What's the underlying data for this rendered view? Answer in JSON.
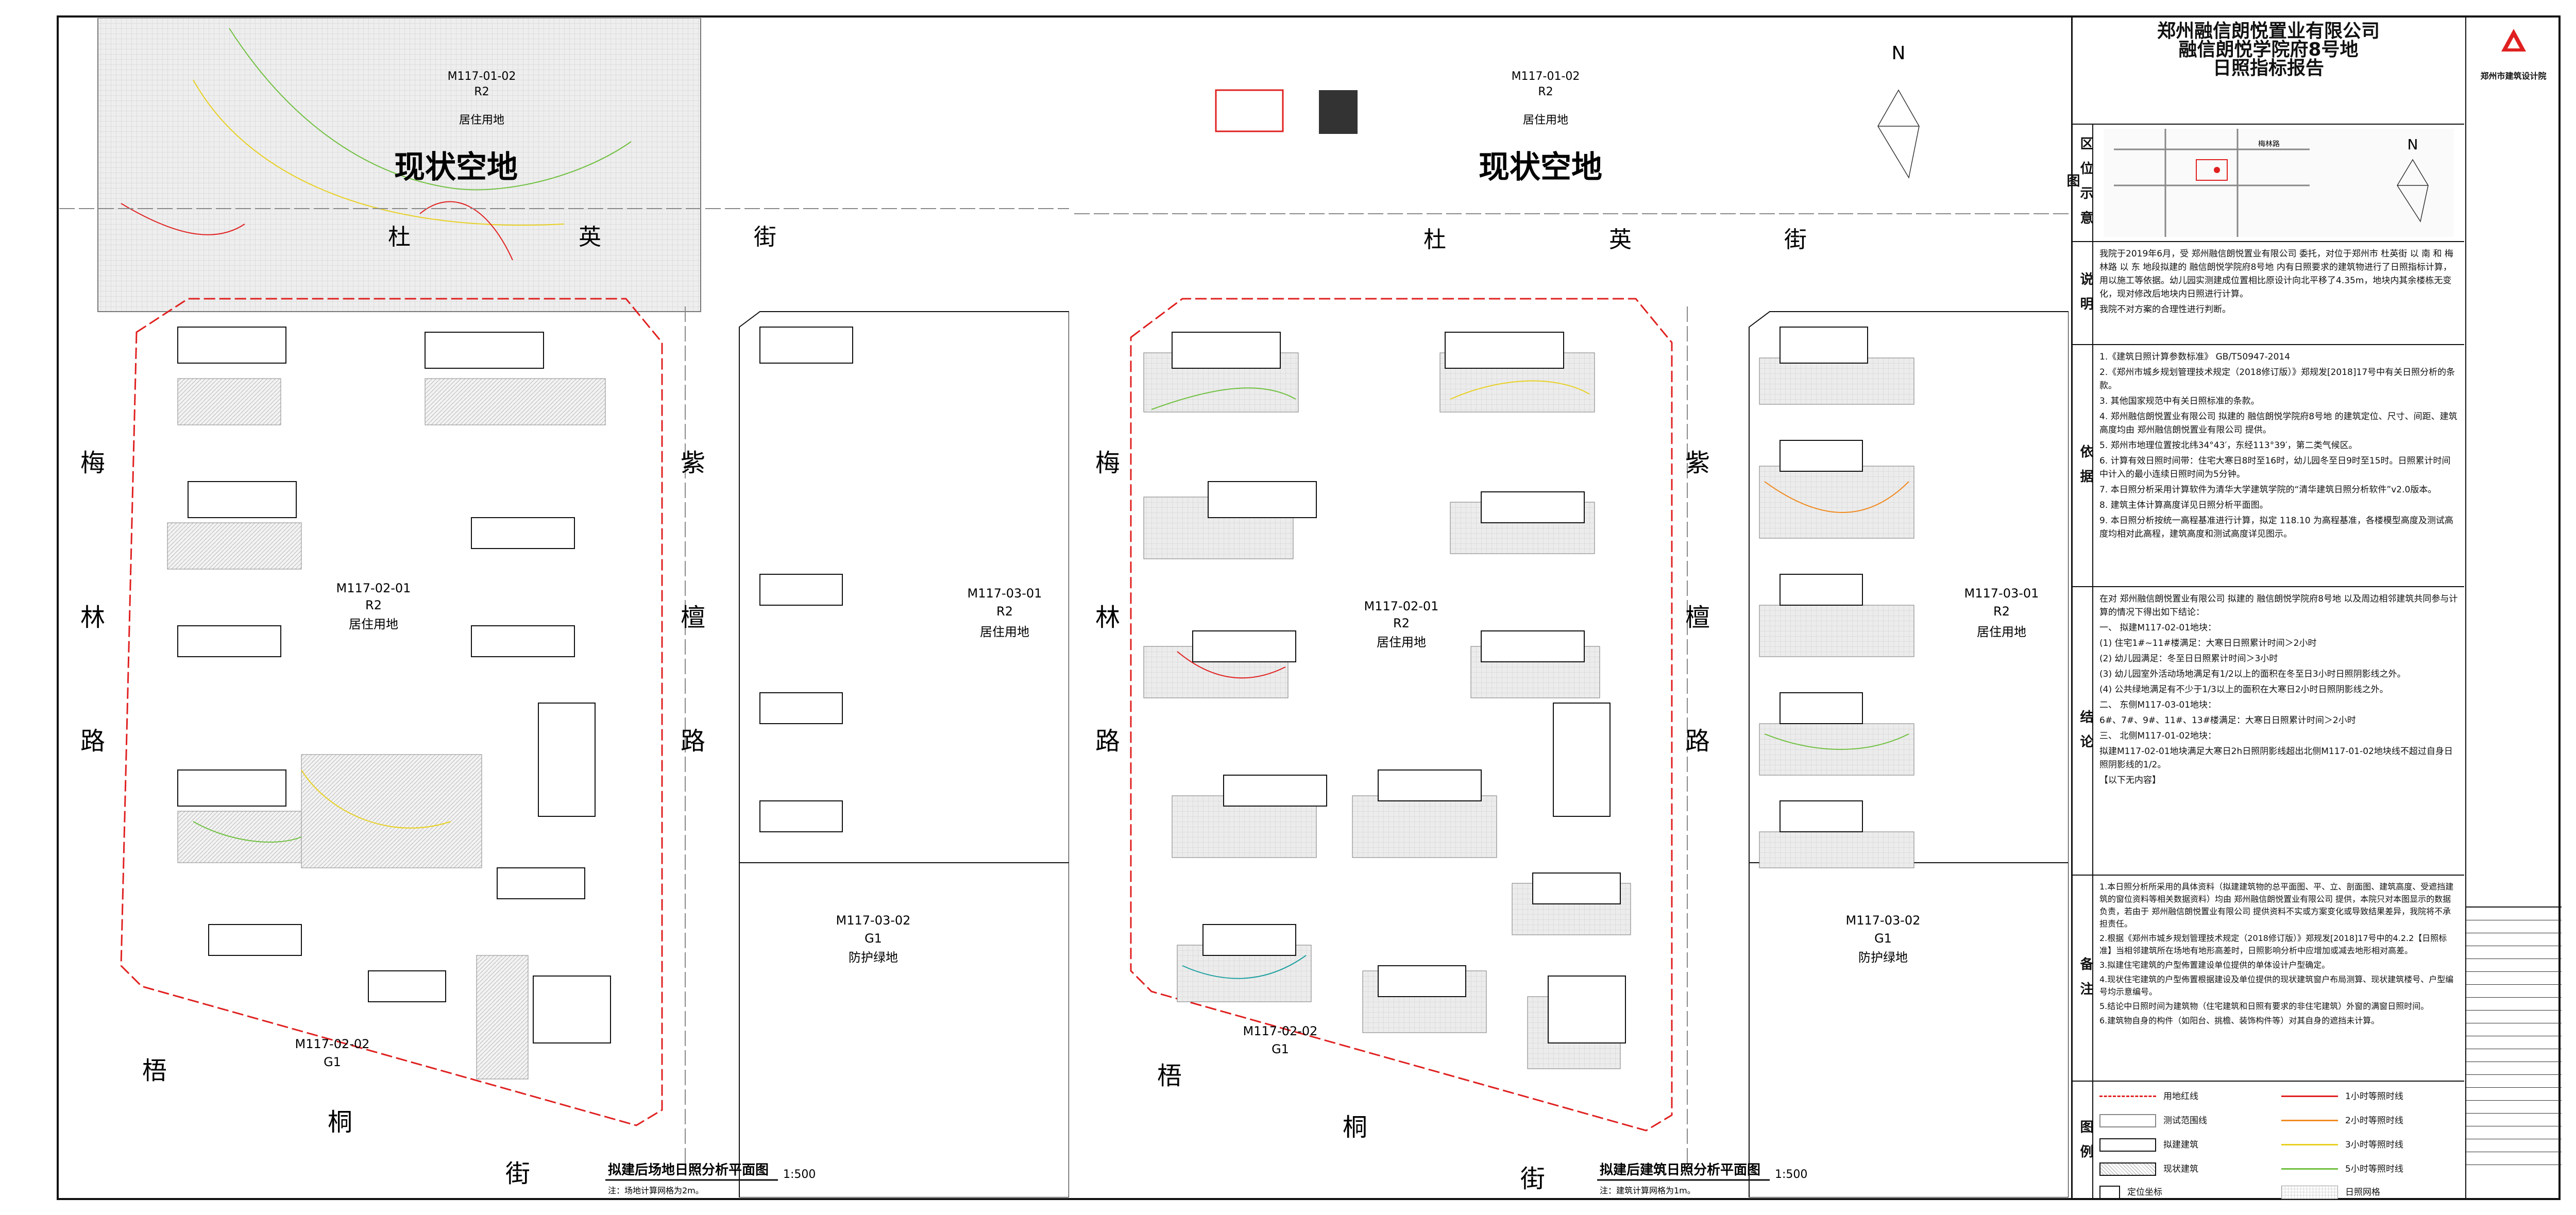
{
  "left_plan": {
    "parcel_top": "M117-01-02",
    "parcel_top_code": "R2",
    "parcel_top_use": "居住用地",
    "vacant_label": "现状空地",
    "street_top": [
      "杜",
      "英",
      "街"
    ],
    "street_left": [
      "梅",
      "林",
      "路"
    ],
    "street_mid": [
      "紫",
      "檀",
      "路"
    ],
    "street_bottom": [
      "梧",
      "桐",
      "街"
    ],
    "parcel_main": "M117-02-01",
    "parcel_main_code": "R2",
    "parcel_main_use": "居住用地",
    "parcel_right": "M117-03-01",
    "parcel_right_code": "R2",
    "parcel_right_use": "居住用地",
    "parcel_green": "M117-02-02",
    "parcel_green_code": "G1",
    "title": "拟建后场地日照分析平面图",
    "scale": "1:500",
    "note": "注：场地计算网格为2m。"
  },
  "right_plan": {
    "parcel_top": "M117-01-02",
    "parcel_top_code": "R2",
    "parcel_top_use": "居住用地",
    "vacant_label": "现状空地",
    "street_top": [
      "杜",
      "英",
      "街"
    ],
    "street_left": [
      "梅",
      "林",
      "路"
    ],
    "street_mid": [
      "紫",
      "檀",
      "路"
    ],
    "street_bottom": [
      "梧",
      "桐",
      "街"
    ],
    "parcel_main": "M117-02-01",
    "parcel_main_code": "R2",
    "parcel_main_use": "居住用地",
    "parcel_right": "M117-03-01",
    "parcel_right_code": "R2",
    "parcel_right_use": "居住用地",
    "parcel_green": "M117-02-02",
    "parcel_green_code": "G1",
    "parcel_green_right": "M117-03-02",
    "parcel_green_right_code": "G1",
    "parcel_green_right_use": "防护绿地",
    "title": "拟建后建筑日照分析平面图",
    "scale": "1:500",
    "note": "注：建筑计算网格为1m。",
    "north": "N"
  },
  "left_green_right": {
    "id": "M117-03-02",
    "code": "G1",
    "use": "防护绿地"
  },
  "panel": {
    "company": "郑州融信朗悦置业有限公司",
    "project": "融信朗悦学院府8号地",
    "report": "日照指标报告",
    "sec_location": "区位示意图",
    "location_road": "梅林路",
    "north": "N",
    "sec_explain": "说明",
    "explain": [
      "我院于2019年6月，受 郑州融信朗悦置业有限公司 委托，对位于郑州市 杜英街 以 南 和 梅林路 以 东 地段拟建的 融信朗悦学院府8号地 内有日照要求的建筑物进行了日照指标计算，用以施工等依据。幼儿园实测建成位置相比原设计向北平移了4.35m，地块内其余楼栋无变化，现对修改后地块内日照进行计算。",
      "我院不对方案的合理性进行判断。"
    ],
    "sec_basis": "依据",
    "basis": [
      "1.《建筑日照计算参数标准》 GB/T50947-2014",
      "2.《郑州市城乡规划管理技术规定（2018修订版）》郑规发[2018]17号中有关日照分析的条款。",
      "3. 其他国家规范中有关日照标准的条款。",
      "4. 郑州融信朗悦置业有限公司 拟建的 融信朗悦学院府8号地 的建筑定位、尺寸、间距、建筑高度均由 郑州融信朗悦置业有限公司 提供。",
      "5. 郑州市地理位置按北纬34°43′，东经113°39′，第二类气候区。",
      "6. 计算有效日照时间带：住宅大寒日8时至16时，幼儿园冬至日9时至15时。日照累计时间中计入的最小连续日照时间为5分钟。",
      "7. 本日照分析采用计算软件为清华大学建筑学院的“清华建筑日照分析软件”v2.0版本。",
      "8. 建筑主体计算高度详见日照分析平面图。",
      "9. 本日照分析按统一高程基准进行计算，拟定 118.10 为高程基准，各楼模型高度及测试高度均相对此高程，建筑高度和测试高度详见图示。"
    ],
    "sec_conclusion": "结论",
    "conclusion": [
      "在对 郑州融信朗悦置业有限公司 拟建的 融信朗悦学院府8号地 以及周边相邻建筑共同参与计算的情况下得出如下结论：",
      "一、 拟建M117-02-01地块：",
      "(1) 住宅1#~11#楼满足：大寒日日照累计时间＞2小时",
      "(2) 幼儿园满足：冬至日日照累计时间＞3小时",
      "(3) 幼儿园室外活动场地满足有1/2以上的面积在冬至日3小时日照阴影线之外。",
      "(4) 公共绿地满足有不少于1/3以上的面积在大寒日2小时日照阴影线之外。",
      "二、 东侧M117-03-01地块：",
      "6#、7#、9#、11#、13#楼满足：大寒日日照累计时间＞2小时",
      "三、 北侧M117-01-02地块：",
      "拟建M117-02-01地块满足大寒日2h日照阴影线超出北侧M117-01-02地块线不超过自身日照阴影线的1/2。",
      "【以下无内容】"
    ],
    "sec_remark": "备注",
    "remark": [
      "1.本日照分析所采用的具体资料（拟建建筑物的总平面图、平、立、剖面图、建筑高度、受遮挡建筑的窗位资料等相关数据资料）均由 郑州融信朗悦置业有限公司 提供，本院只对本图显示的数据负责，若由于 郑州融信朗悦置业有限公司 提供资料不实或方案变化或导致结果差异，我院将不承担责任。",
      "2.根据《郑州市城乡规划管理技术规定（2018修订版）》郑规发[2018]17号中的4.2.2【日照标准】当相邻建筑所在场地有地形高差时，日照影响分析中应增加或减去地形相对高差。",
      "3.拟建住宅建筑的户型佈置建设单位提供的单体设计户型确定。",
      "4.现状住宅建筑的户型佈置根据建设及单位提供的现状建筑窗户布局测算、现状建筑楼号、户型编号均示意编号。",
      "5.结论中日照时间为建筑物（住宅建筑和日照有要求的非住宅建筑）外窗的满窗日照时间。",
      "6.建筑物自身的构件（如阳台、挑檐、装饰构件等）对其自身的遮挡未计算。"
    ],
    "sec_legend": "图例",
    "legend": [
      {
        "label": "用地红线",
        "color": "#e02020",
        "style": "dash"
      },
      {
        "label": "1小时等照时线",
        "color": "#e02020",
        "style": "solid"
      },
      {
        "label": "测试范围线",
        "color": "#888888",
        "style": "box"
      },
      {
        "label": "2小时等照时线",
        "color": "#f08a20",
        "style": "solid"
      },
      {
        "label": "拟建建筑",
        "color": "#111111",
        "style": "building"
      },
      {
        "label": "3小时等照时线",
        "color": "#e8d020",
        "style": "solid"
      },
      {
        "label": "现状建筑",
        "color": "#111111",
        "style": "hatched"
      },
      {
        "label": "5小时等照时线",
        "color": "#70c040",
        "style": "solid"
      },
      {
        "label": "定位坐标",
        "color": "#111111",
        "style": "mark"
      },
      {
        "label": "日照网格",
        "color": "#999999",
        "style": "grid"
      }
    ]
  },
  "stamp": {
    "institute": "郑州市建筑设计院"
  },
  "colors": {
    "redline": "#e02020",
    "grid": "#bbbbbb"
  }
}
